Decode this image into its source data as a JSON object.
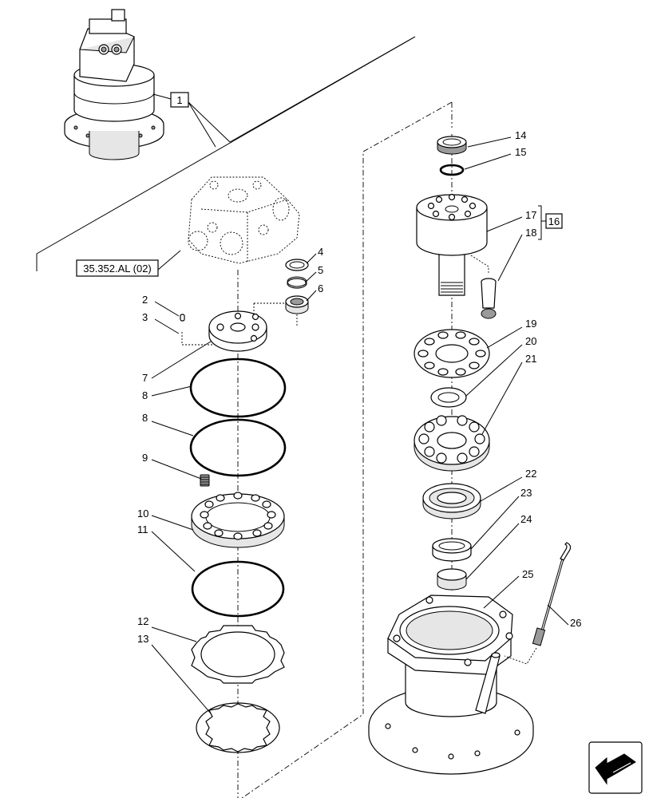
{
  "callouts": {
    "c1": "1",
    "c2": "2",
    "c3": "3",
    "c4": "4",
    "c5": "5",
    "c6": "6",
    "c7": "7",
    "c8a": "8",
    "c8b": "8",
    "c9": "9",
    "c10": "10",
    "c11": "11",
    "c12": "12",
    "c13": "13",
    "c14": "14",
    "c15": "15",
    "c16": "16",
    "c17": "17",
    "c18": "18",
    "c19": "19",
    "c20": "20",
    "c21": "21",
    "c22": "22",
    "c23": "23",
    "c24": "24",
    "c25": "25",
    "c26": "26"
  },
  "reference": "35.352.AL (02)",
  "icons": {
    "nav": "arrow-pointer-icon"
  }
}
